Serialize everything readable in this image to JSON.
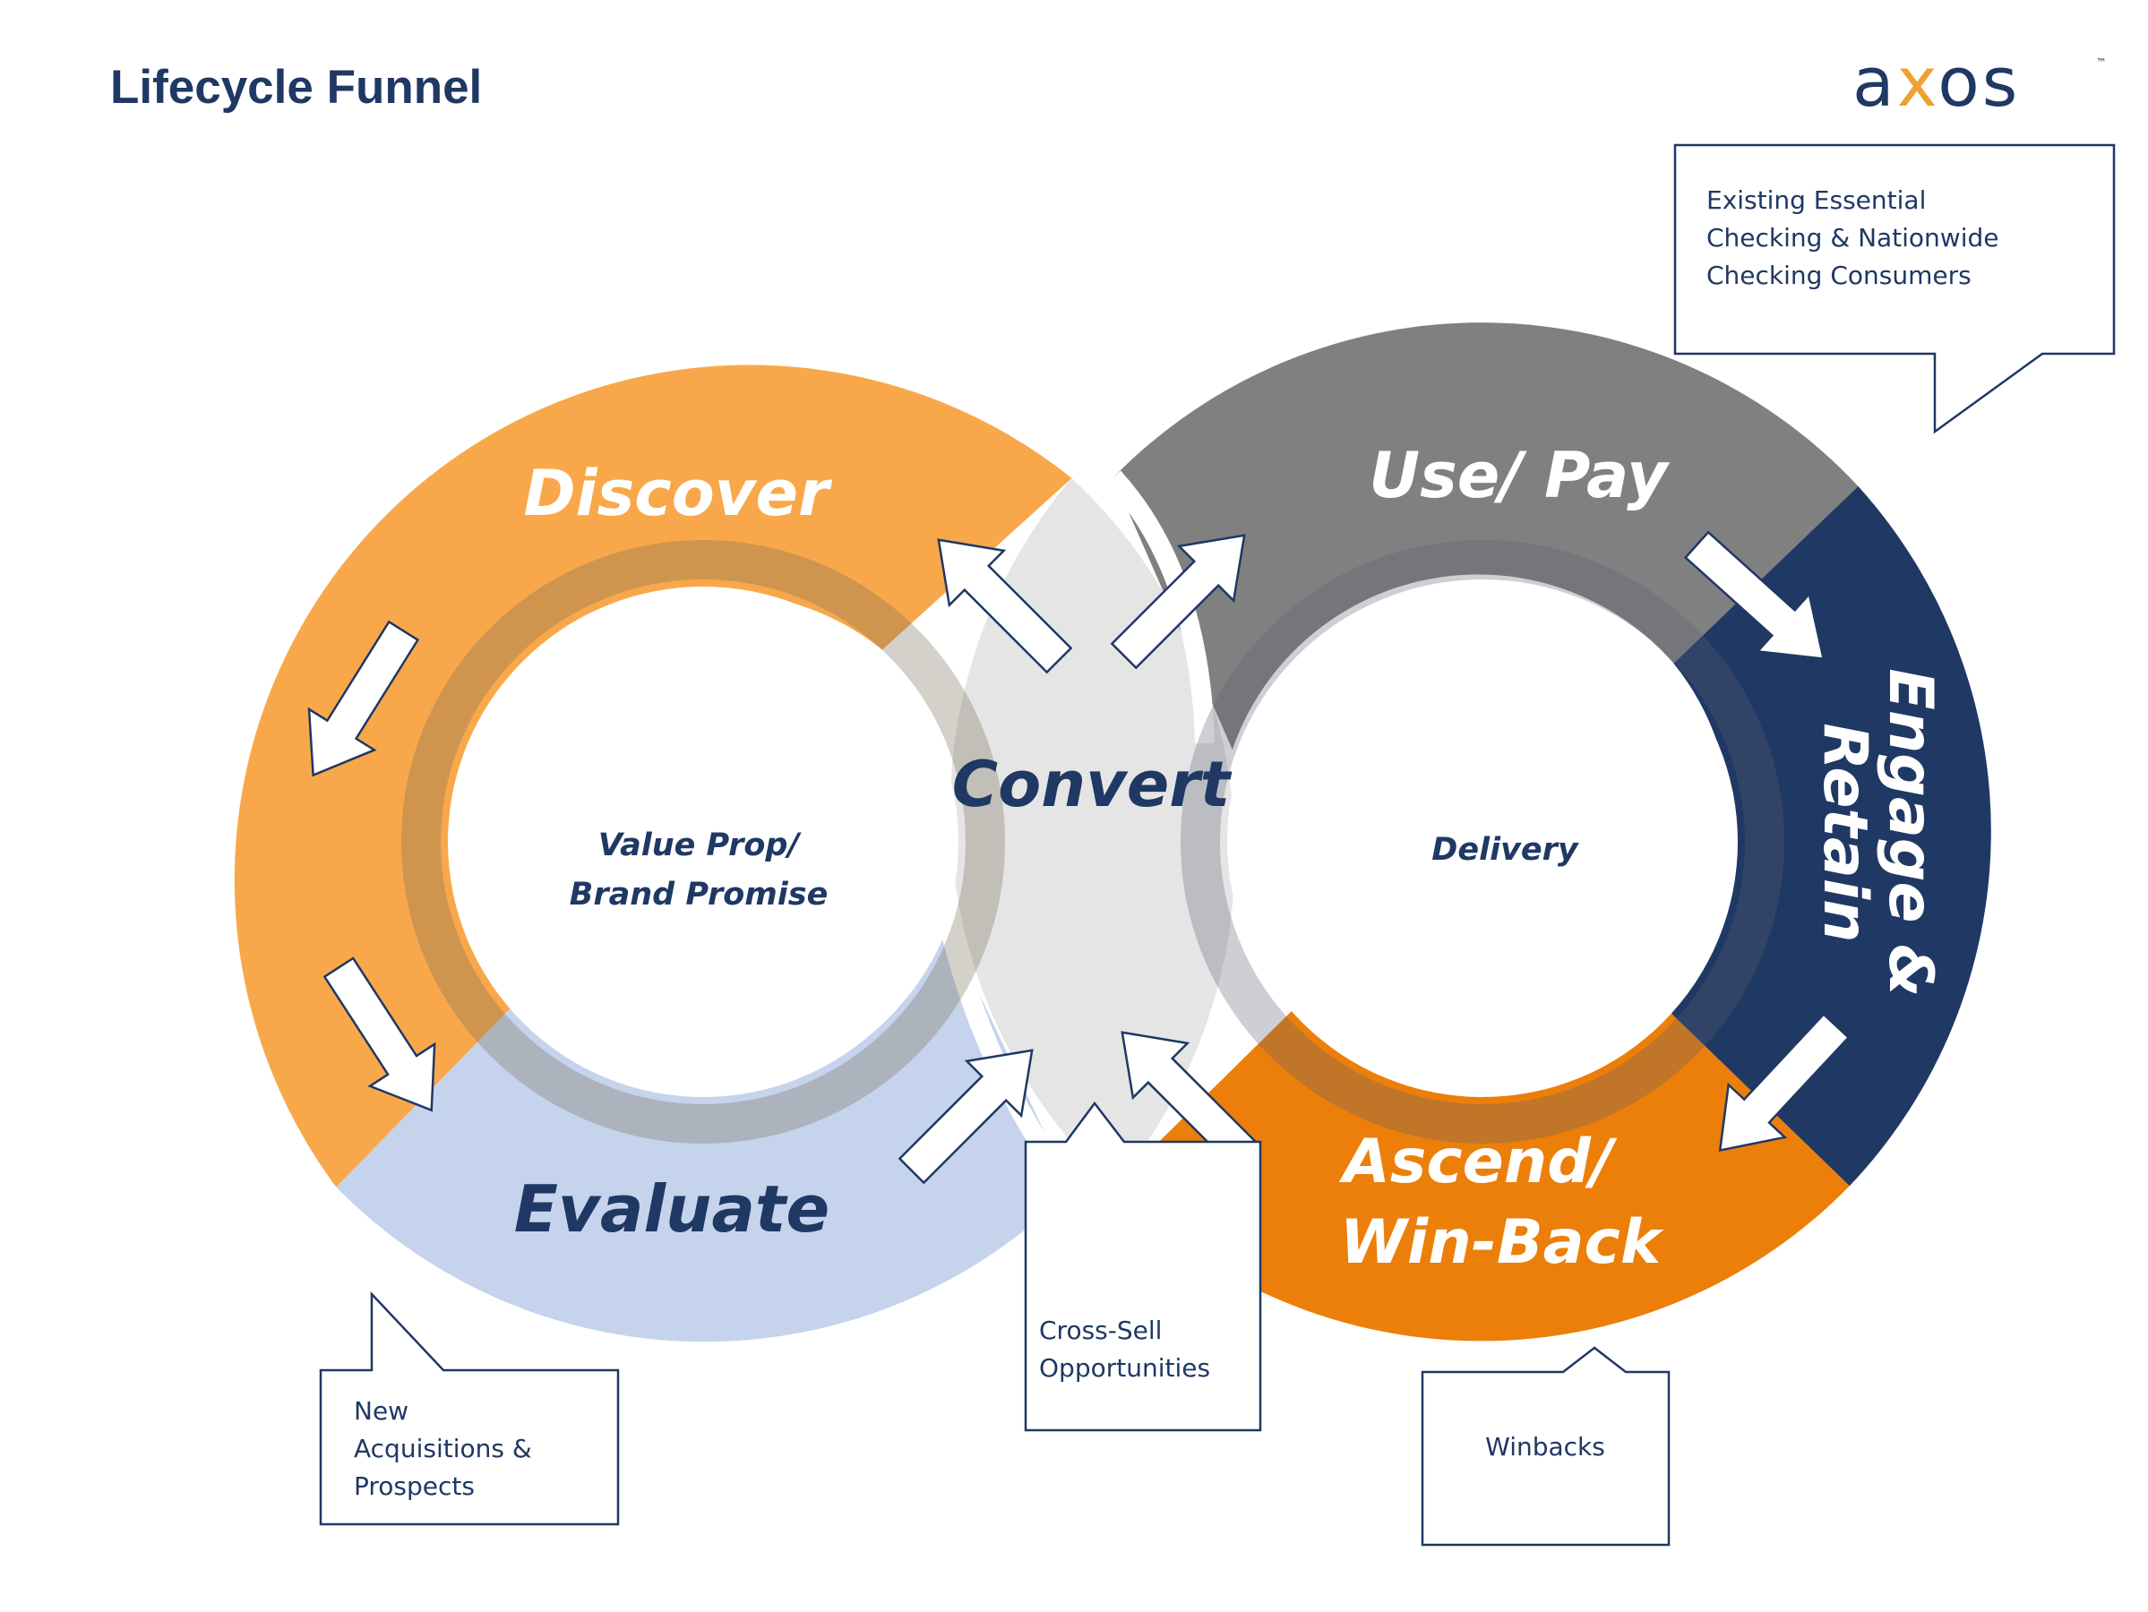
{
  "title": "Lifecycle Funnel",
  "logo": {
    "text_left": "a",
    "text_x": "x",
    "text_right": "os",
    "trademark": "™",
    "colors": {
      "primary": "#1f3864",
      "accent": "#f0a030"
    }
  },
  "stages": {
    "discover": "Discover",
    "evaluate": "Evaluate",
    "convert": "Convert",
    "use_pay": "Use/ Pay",
    "engage_retain_line1": "Engage &",
    "engage_retain_line2": "Retain",
    "ascend_line1": "Ascend/",
    "ascend_line2": "Win-Back"
  },
  "inner": {
    "left_line1": "Value Prop/",
    "left_line2": "Brand Promise",
    "right": "Delivery"
  },
  "callouts": {
    "existing": [
      "Existing Essential",
      "Checking & Nationwide",
      "Checking Consumers"
    ],
    "new_acq": [
      "New",
      "Acquisitions &",
      "Prospects"
    ],
    "cross_sell": [
      "Cross-Sell",
      "Opportunities"
    ],
    "winbacks": [
      "Winbacks"
    ]
  },
  "colors": {
    "discover": "#f8a84a",
    "evaluate": "#c5d4ec",
    "convert": "#e5e5e5",
    "use_pay": "#808080",
    "engage": "#203864",
    "ascend": "#ec7f0a",
    "text_dark": "#1f3864"
  }
}
